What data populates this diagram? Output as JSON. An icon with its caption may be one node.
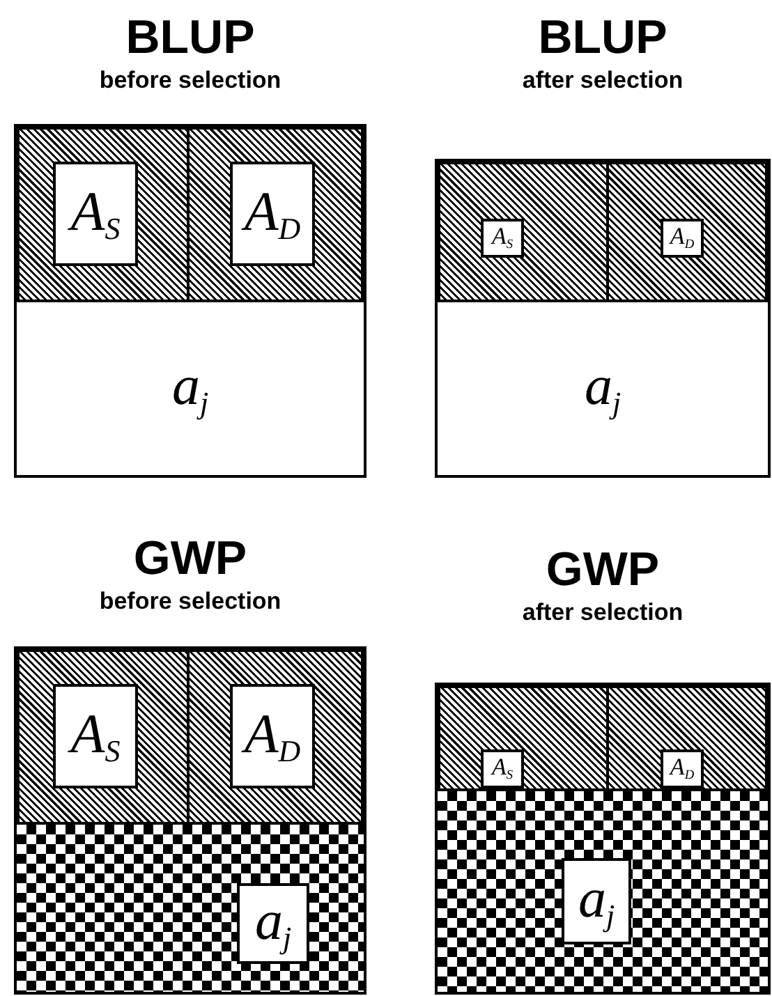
{
  "diagram": {
    "nodes": [
      {
        "text": [
          "BLUP",
          "before selection"
        ]
      },
      {
        "text": [],
        "shape": "box",
        "in": 0
      },
      {
        "text": [
          "A$_{S}$"
        ],
        "in": 1
      },
      {
        "text": [],
        "shape": "box",
        "in": 0
      },
      {
        "text": [
          "A$_{D}$"
        ],
        "in": 3
      },
      {
        "text": [
          "a$_{j}$"
        ],
        "in": 0
      },
      {
        "text": [
          "BLUP",
          "after selection"
        ]
      },
      {
        "text": [],
        "shape": "box",
        "in": 6
      },
      {
        "text": [
          "A$_{S}$"
        ],
        "in": 7
      },
      {
        "text": [],
        "shape": "box",
        "in": 6
      },
      {
        "text": [
          "A$_{D}$"
        ],
        "in": 9
      },
      {
        "text": [
          "a$_{j}$"
        ],
        "in": 6
      },
      {
        "text": [
          "GWP",
          "before selection"
        ]
      },
      {
        "text": [],
        "shape": "box",
        "in": 12
      },
      {
        "text": [
          "A$_{S}$"
        ],
        "in": 13
      },
      {
        "text": [],
        "shape": "box",
        "in": 12
      },
      {
        "text": [
          "A$_{D}$"
        ],
        "in": 15
      },
      {
        "text": [],
        "shape": "box",
        "in": 12
      },
      {
        "text": [
          "a$_{j}$"
        ],
        "in": 17
      },
      {
        "text": [
          "GWP",
          "after selection"
        ]
      },
      {
        "text": [],
        "shape": "box",
        "in": 19
      },
      {
        "text": [
          "A$_{S}$"
        ],
        "in": 20
      },
      {
        "text": [],
        "shape": "box",
        "in": 19
      },
      {
        "text": [
          "A$_{D}$"
        ],
        "in": 22
      },
      {
        "text": [],
        "shape": "box",
        "in": 19
      },
      {
        "text": [
          "a$_{j}$"
        ],
        "in": 24
      }
    ]
  }
}
